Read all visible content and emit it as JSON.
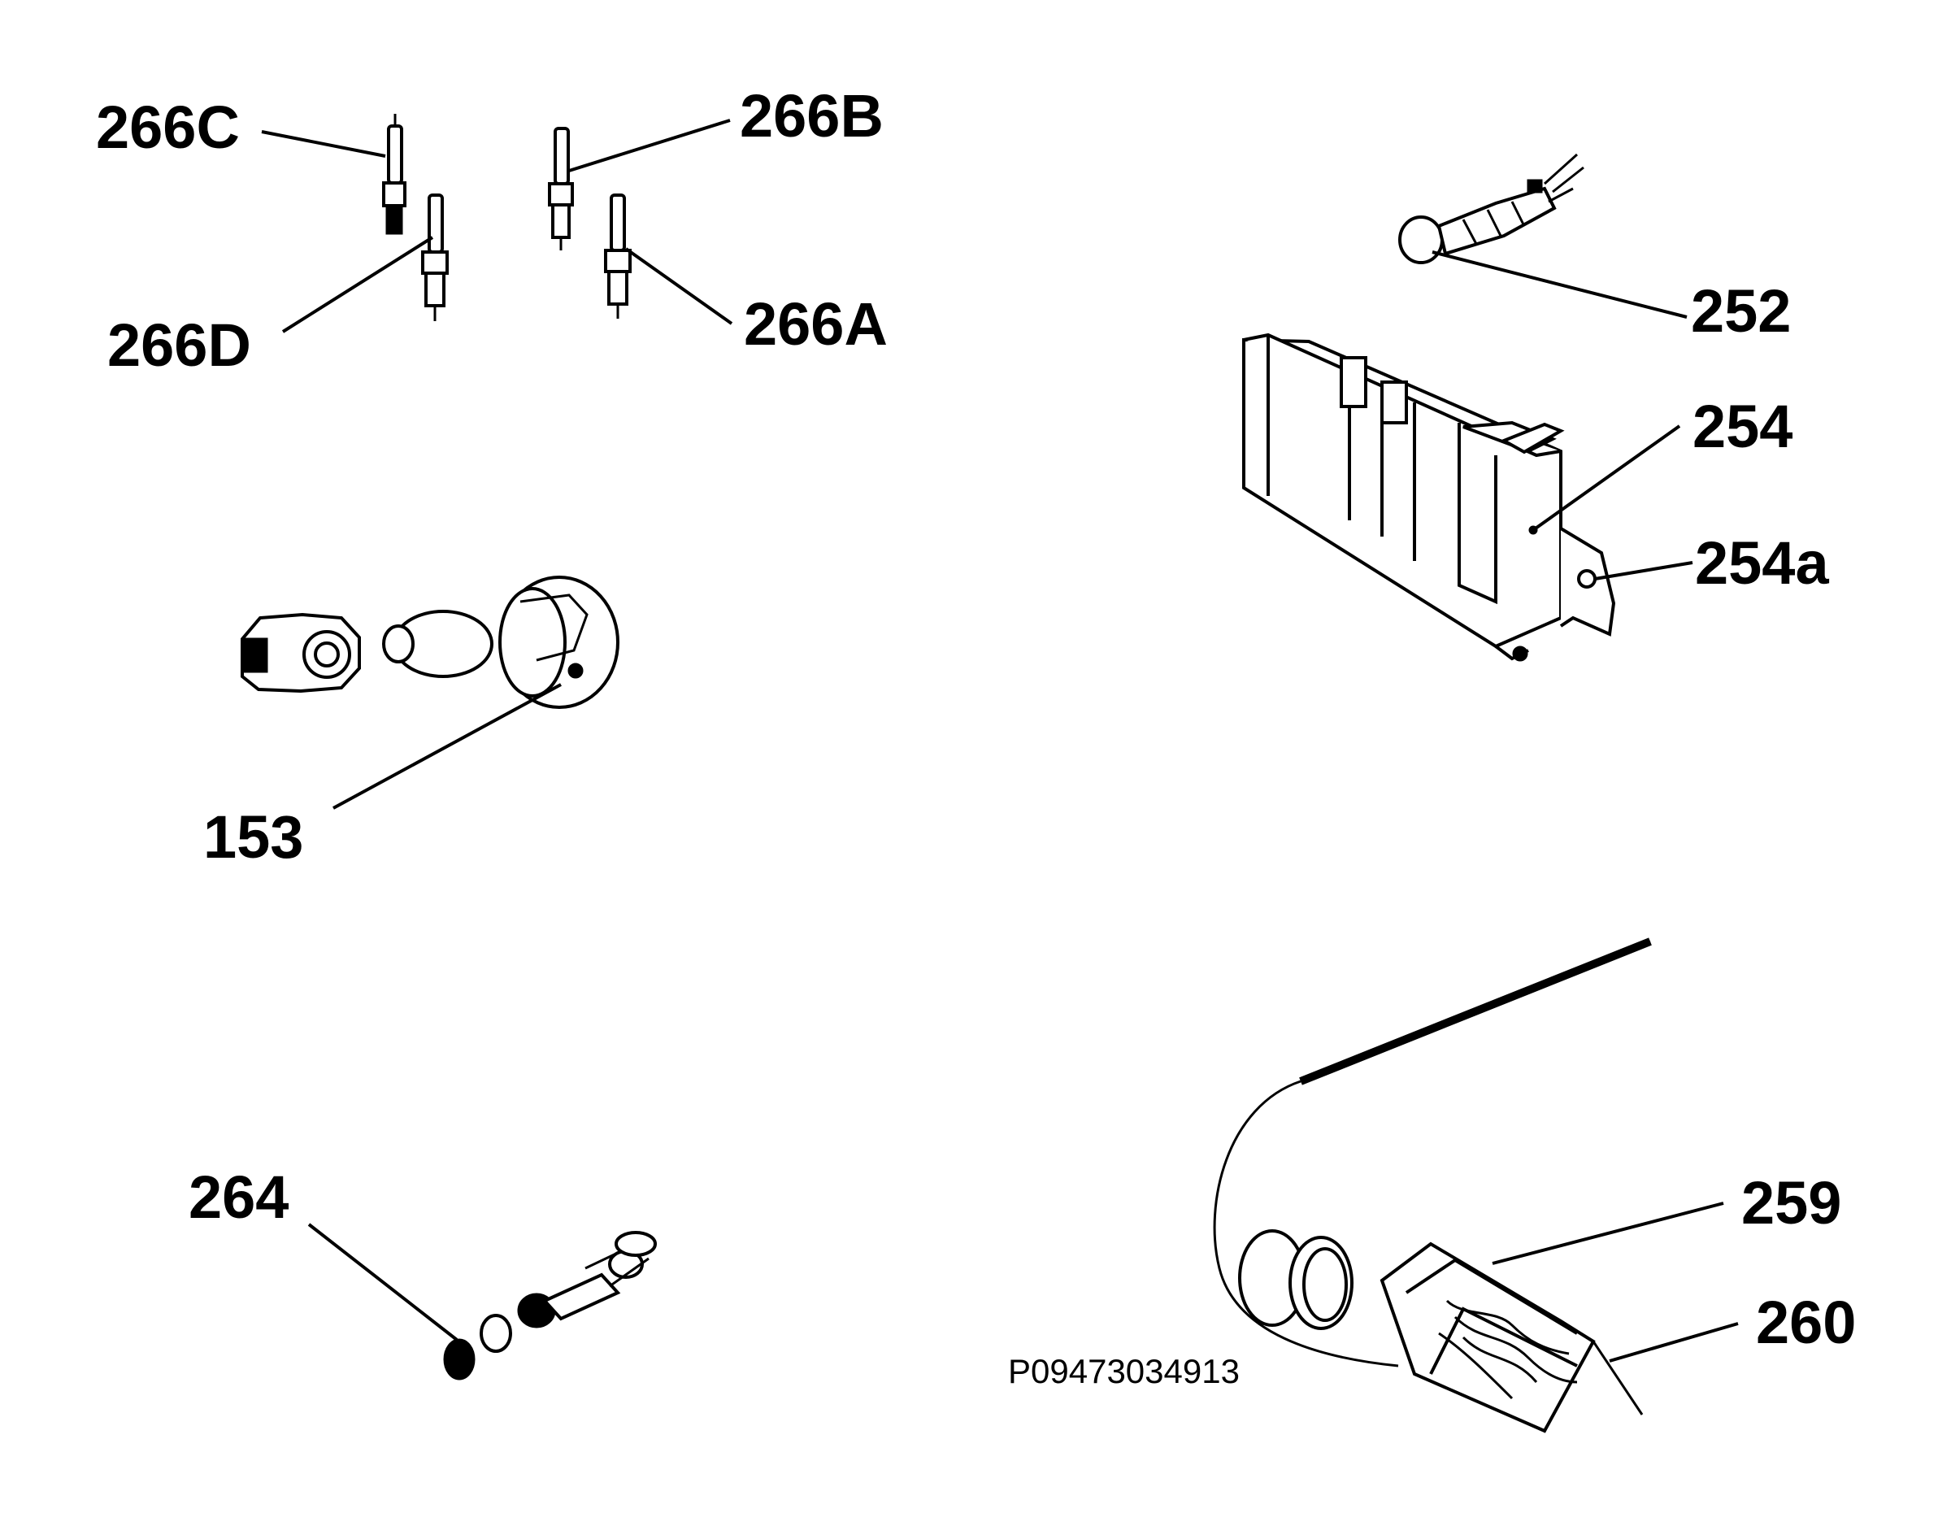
{
  "callouts": {
    "p266C": "266C",
    "p266B": "266B",
    "p266D": "266D",
    "p266A": "266A",
    "p252": "252",
    "p254": "254",
    "p254a": "254a",
    "p153": "153",
    "p264": "264",
    "p259": "259",
    "p260": "260"
  },
  "diagram_code": "P09473034913"
}
